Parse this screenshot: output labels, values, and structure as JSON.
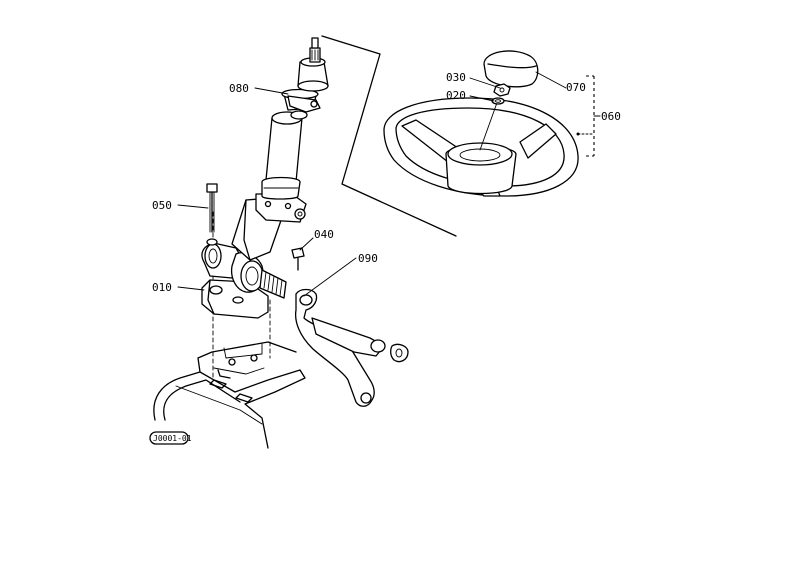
{
  "parts": {
    "p010": "010",
    "p020": "020",
    "p030": "030",
    "p040": "040",
    "p050": "050",
    "p060": "060",
    "p070": "070",
    "p080": "080",
    "p090": "090"
  },
  "figure_ref": "J0001-01"
}
